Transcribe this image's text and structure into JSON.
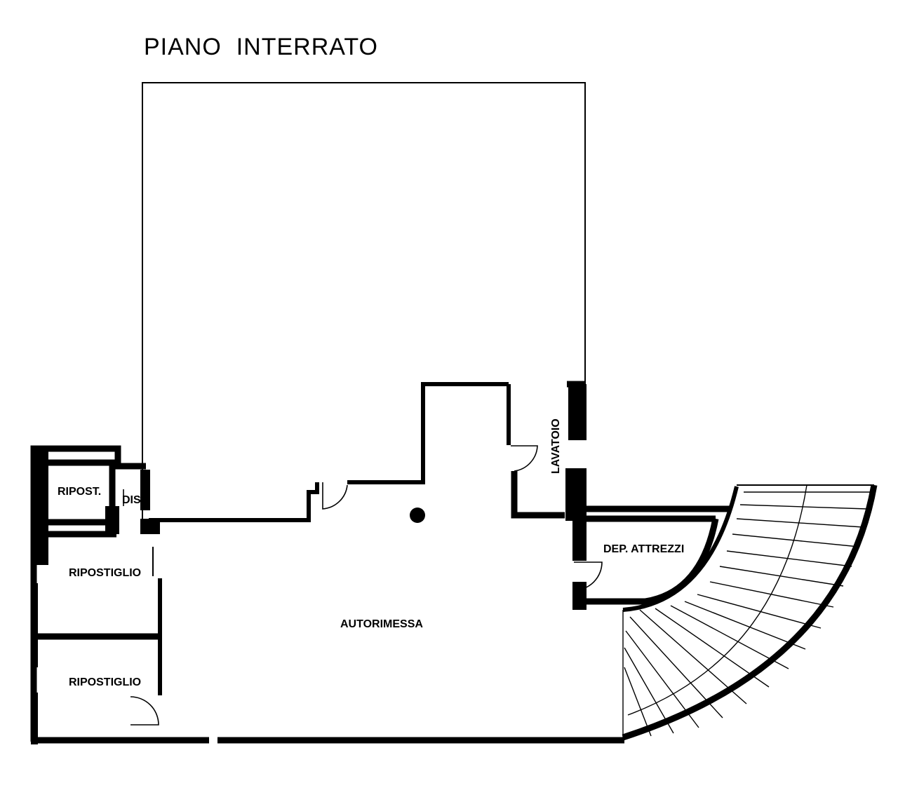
{
  "title": "PIANO  INTERRATO",
  "rooms": {
    "ripost": "RIPOST.",
    "dis": "DIS.",
    "ripostiglio_1": "RIPOSTIGLIO",
    "ripostiglio_2": "RIPOSTIGLIO",
    "autorimessa": "AUTORIMESSA",
    "lavatoio": "LAVATOIO",
    "dep_attrezzi": "DEP. ATTREZZI"
  }
}
